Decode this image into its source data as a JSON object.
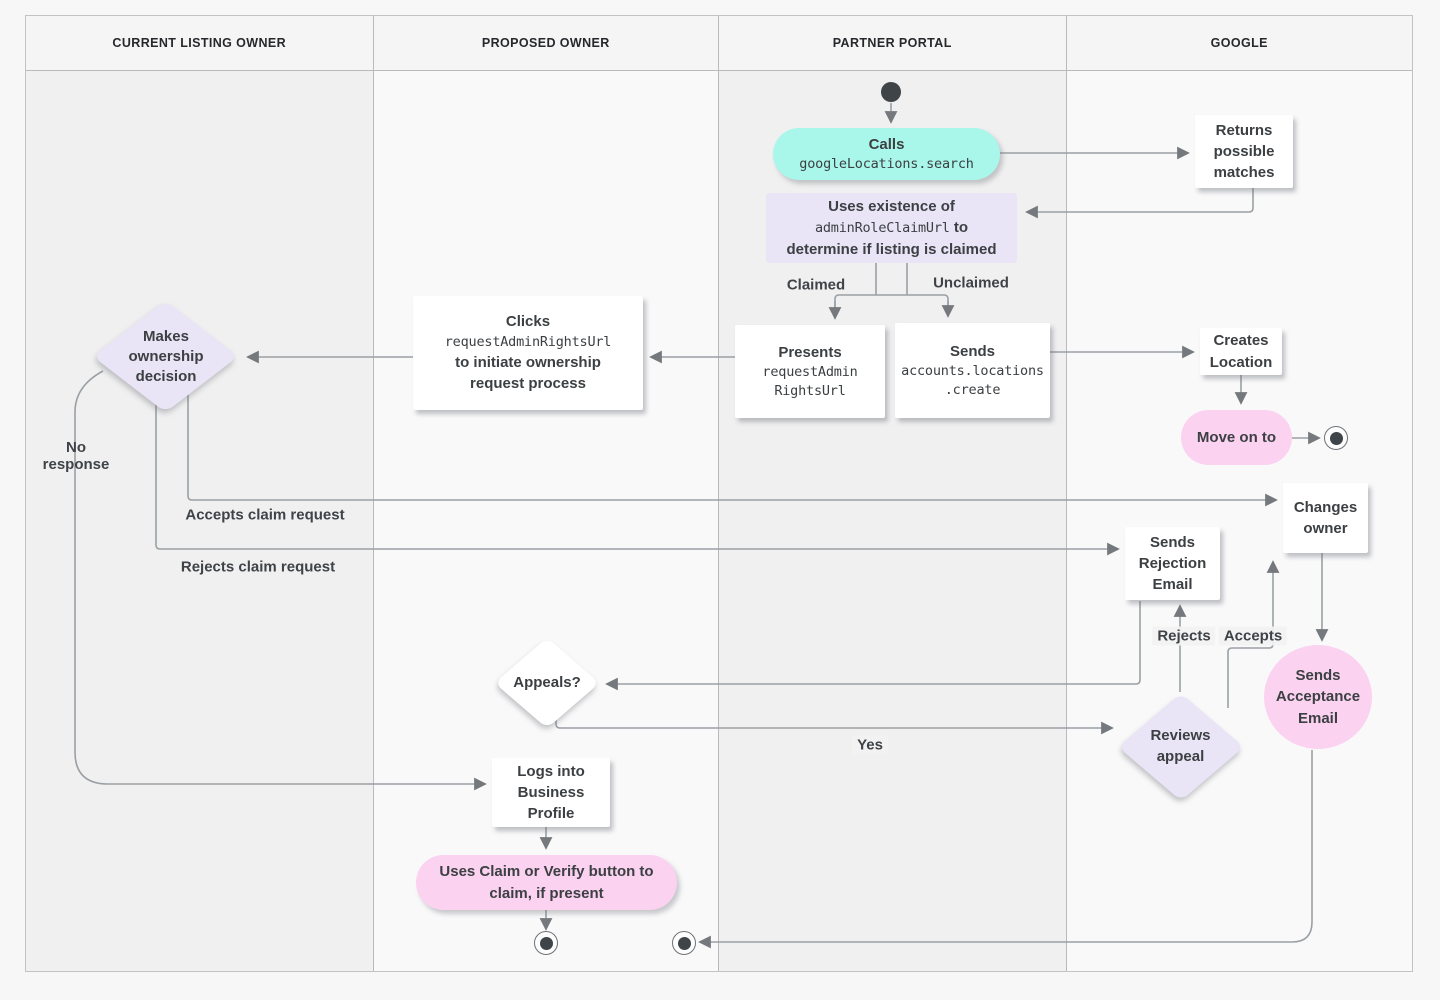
{
  "lanes": [
    {
      "label": "CURRENT LISTING OWNER"
    },
    {
      "label": "PROPOSED OWNER"
    },
    {
      "label": "PARTNER PORTAL"
    },
    {
      "label": "GOOGLE"
    }
  ],
  "nodes": {
    "calls": {
      "title": "Calls",
      "code": "googleLocations.search"
    },
    "returns": {
      "lines": [
        "Returns",
        "possible",
        "matches"
      ]
    },
    "uses": {
      "line1": "Uses existence of",
      "code": "adminRoleClaimUrl",
      "code_suffix": "to",
      "line3": "determine if listing is claimed"
    },
    "presents": {
      "title": "Presents",
      "code_lines": [
        "requestAdmin",
        "RightsUrl"
      ]
    },
    "sends_create": {
      "title": "Sends",
      "code_lines": [
        "accounts.locations",
        ".create"
      ]
    },
    "creates_location": {
      "lines": [
        "Creates",
        "Location"
      ]
    },
    "move_on": {
      "label": "Move on to"
    },
    "clicks": {
      "title": "Clicks",
      "code": "requestAdminRightsUrl",
      "line3": "to initiate ownership",
      "line4": "request process"
    },
    "decision": {
      "lines": [
        "Makes",
        "ownership",
        "decision"
      ]
    },
    "sends_rejection": {
      "lines": [
        "Sends",
        "Rejection",
        "Email"
      ]
    },
    "changes_owner": {
      "lines": [
        "Changes",
        "owner"
      ]
    },
    "appeals": {
      "label": "Appeals?"
    },
    "reviews": {
      "lines": [
        "Reviews",
        "appeal"
      ]
    },
    "sends_acceptance": {
      "lines": [
        "Sends",
        "Acceptance",
        "Email"
      ]
    },
    "logs_in": {
      "lines": [
        "Logs into",
        "Business",
        "Profile"
      ]
    },
    "claim_verify": {
      "lines": [
        "Uses Claim or Verify button to",
        "claim, if present"
      ]
    }
  },
  "edge_labels": {
    "claimed": "Claimed",
    "unclaimed": "Unclaimed",
    "no_response": {
      "lines": [
        "No",
        "response"
      ]
    },
    "accepts_claim": "Accepts claim request",
    "rejects_claim": "Rejects claim request",
    "rejects": "Rejects",
    "accepts": "Accepts",
    "yes": "Yes"
  },
  "colors": {
    "teal": "#a9f6ea",
    "lavender": "#e9e4f6",
    "pink": "#fbd2f0",
    "white_node": "#ffffff",
    "edge": "#9aa0a4",
    "text": "#3c4043",
    "lane_dark": "#f0f0f1",
    "lane_light": "#f9f9fa"
  }
}
